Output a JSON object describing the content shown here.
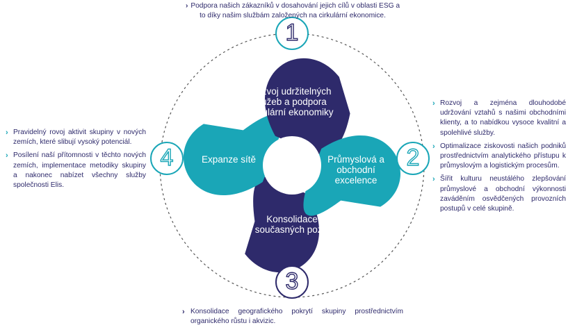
{
  "colors": {
    "navy": "#2e2a6b",
    "teal": "#1aa6b7",
    "dash": "#555555"
  },
  "segments": {
    "top": "Rozvoj udržitelných služeb a podpora cirkulární ekonomiky",
    "right": "Průmyslová a obchodní excelence",
    "bottom": "Konsolidace současných pozic",
    "left": "Expanze sítě"
  },
  "badges": {
    "one": "1",
    "two": "2",
    "three": "3",
    "four": "4"
  },
  "notes": {
    "top": [
      "Podpora našich zákazníků v dosahování jejich cílů v oblasti ESG a to díky našim službám založených na cirkulární ekonomice."
    ],
    "right": [
      "Rozvoj a zejména dlouhodobé udržování vztahů s našimi obchodními klienty, a to nabídkou vysoce kvalitní a spolehlivé služby.",
      "Optimalizace ziskovosti našich podniků prostřednictvím analytického přístupu k průmyslovým a logistickým procesům.",
      "Šířit kulturu neustálého zlepšování průmyslové a obchodní výkonnosti zaváděním osvědčených provozních postupů v celé skupině."
    ],
    "left": [
      "Pravidelný rovoj aktivit skupiny v nových zemích, které slibují vysoký potenciál.",
      "Posílení naší přítomnosti v těchto nových zemích, implementace metodiky skupiny a nakonec nabízet všechny služby společnosti Elis."
    ],
    "bottom": [
      "Konsolidace geografického pokrytí skupiny prostřednictvím organického růstu i akvizic."
    ]
  }
}
